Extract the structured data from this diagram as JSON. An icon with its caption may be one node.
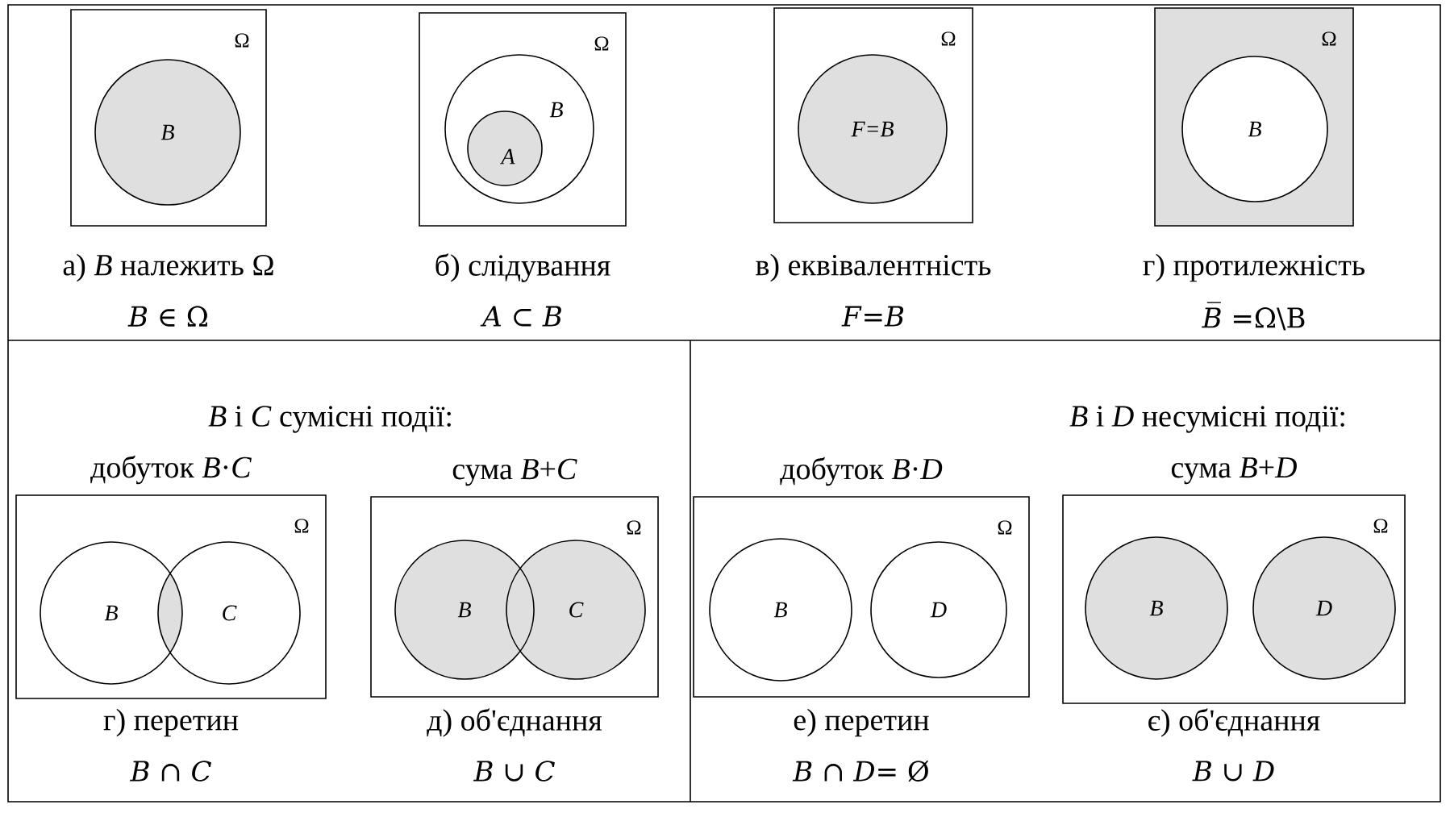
{
  "diagram": {
    "nodes": [
      {
        "text": [
          "Ω"
        ],
        "beside": [
          "а) *B* належить Ω",
          "*B* ∈ Ω"
        ]
      },
      {
        "text": [
          "B"
        ],
        "in": 0
      },
      {
        "text": [
          "Ω"
        ],
        "beside": [
          "б) слідування",
          "*A* ⊂ *B*"
        ]
      },
      {
        "text": [
          "B"
        ],
        "in": 2
      },
      {
        "text": [
          "A"
        ],
        "in": 3
      },
      {
        "text": [
          "Ω"
        ],
        "beside": [
          "в) еквівалентність",
          "*F*=*B*"
        ]
      },
      {
        "text": [
          "F=B"
        ],
        "in": 5
      },
      {
        "text": [
          "Ω"
        ],
        "beside": [
          "г) протилежність",
          "*B̅* =Ω\\B"
        ]
      },
      {
        "text": [
          "B"
        ],
        "in": 7
      },
      {
        "text": [
          "добуток *B*·*C*",
          "Ω"
        ],
        "beside": [
          "г) перетин",
          "*B* ∩ *C*"
        ]
      },
      {
        "text": [
          "B"
        ],
        "in": 9
      },
      {
        "text": [
          "C"
        ],
        "in": 9
      },
      {
        "text": [
          "сума *B*+*C*",
          "Ω"
        ],
        "beside": [
          "д) об'єднання",
          "*B* ∪ *C*"
        ]
      },
      {
        "text": [
          "B"
        ],
        "in": 12
      },
      {
        "text": [
          "C"
        ],
        "in": 12
      },
      {
        "text": [
          "добуток *B*·*D*",
          "Ω"
        ],
        "beside": [
          "е) перетин",
          "*B* ∩ *D*= Ø"
        ]
      },
      {
        "text": [
          "B"
        ],
        "in": 15
      },
      {
        "text": [
          "D"
        ],
        "in": 15
      },
      {
        "text": [
          "сума *B*+*D*",
          "Ω"
        ],
        "beside": [
          "є) об'єднання",
          "*B* ∪ *D*"
        ]
      },
      {
        "text": [
          "B"
        ],
        "in": 18
      },
      {
        "text": [
          "D"
        ],
        "in": 18
      }
    ],
    "labels": [
      "*B* і *C* сумісні події:",
      "*B* і *D* несумісні події:"
    ]
  }
}
